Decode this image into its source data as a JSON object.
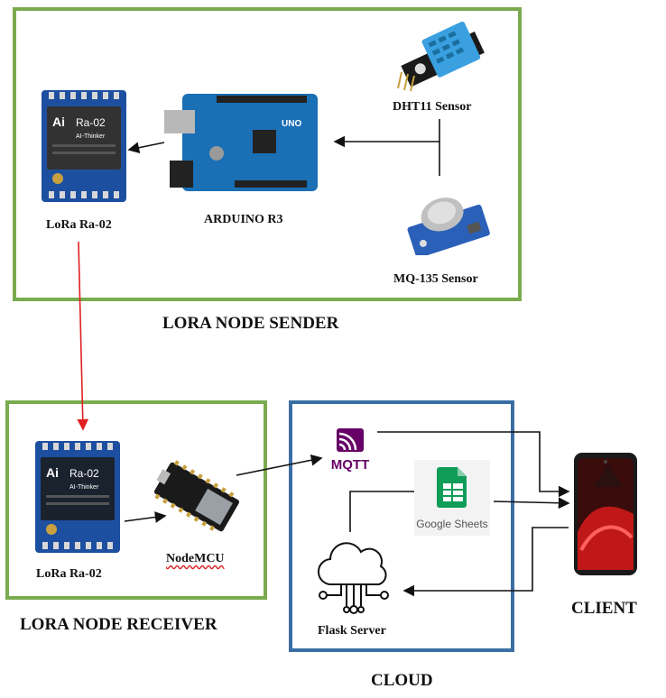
{
  "sender": {
    "title": "LORA NODE SENDER",
    "lora_label": "LoRa Ra-02",
    "arduino_label": "ARDUINO R3",
    "dht_label": "DHT11 Sensor",
    "mq_label": "MQ-135 Sensor",
    "lora_chip_name": "Ra-02",
    "lora_chip_sub": "AI-Thinker",
    "arduino_board_text": "UNO"
  },
  "receiver": {
    "title": "LORA NODE RECEIVER",
    "lora_label": "LoRa Ra-02",
    "nodemcu_label": "NodeMCU",
    "lora_chip_name": "Ra-02",
    "lora_chip_sub": "AI-Thinker"
  },
  "cloud": {
    "title": "CLOUD",
    "mqtt_label": "MQTT",
    "sheets_label": "Google Sheets",
    "flask_label": "Flask Server"
  },
  "client": {
    "title": "CLIENT"
  },
  "colors": {
    "green_border": "#7aab4f",
    "blue_border": "#3a6ea5",
    "lora_red": "#e02020",
    "mqtt_purple": "#660066",
    "sheets_green": "#0f9d58"
  }
}
